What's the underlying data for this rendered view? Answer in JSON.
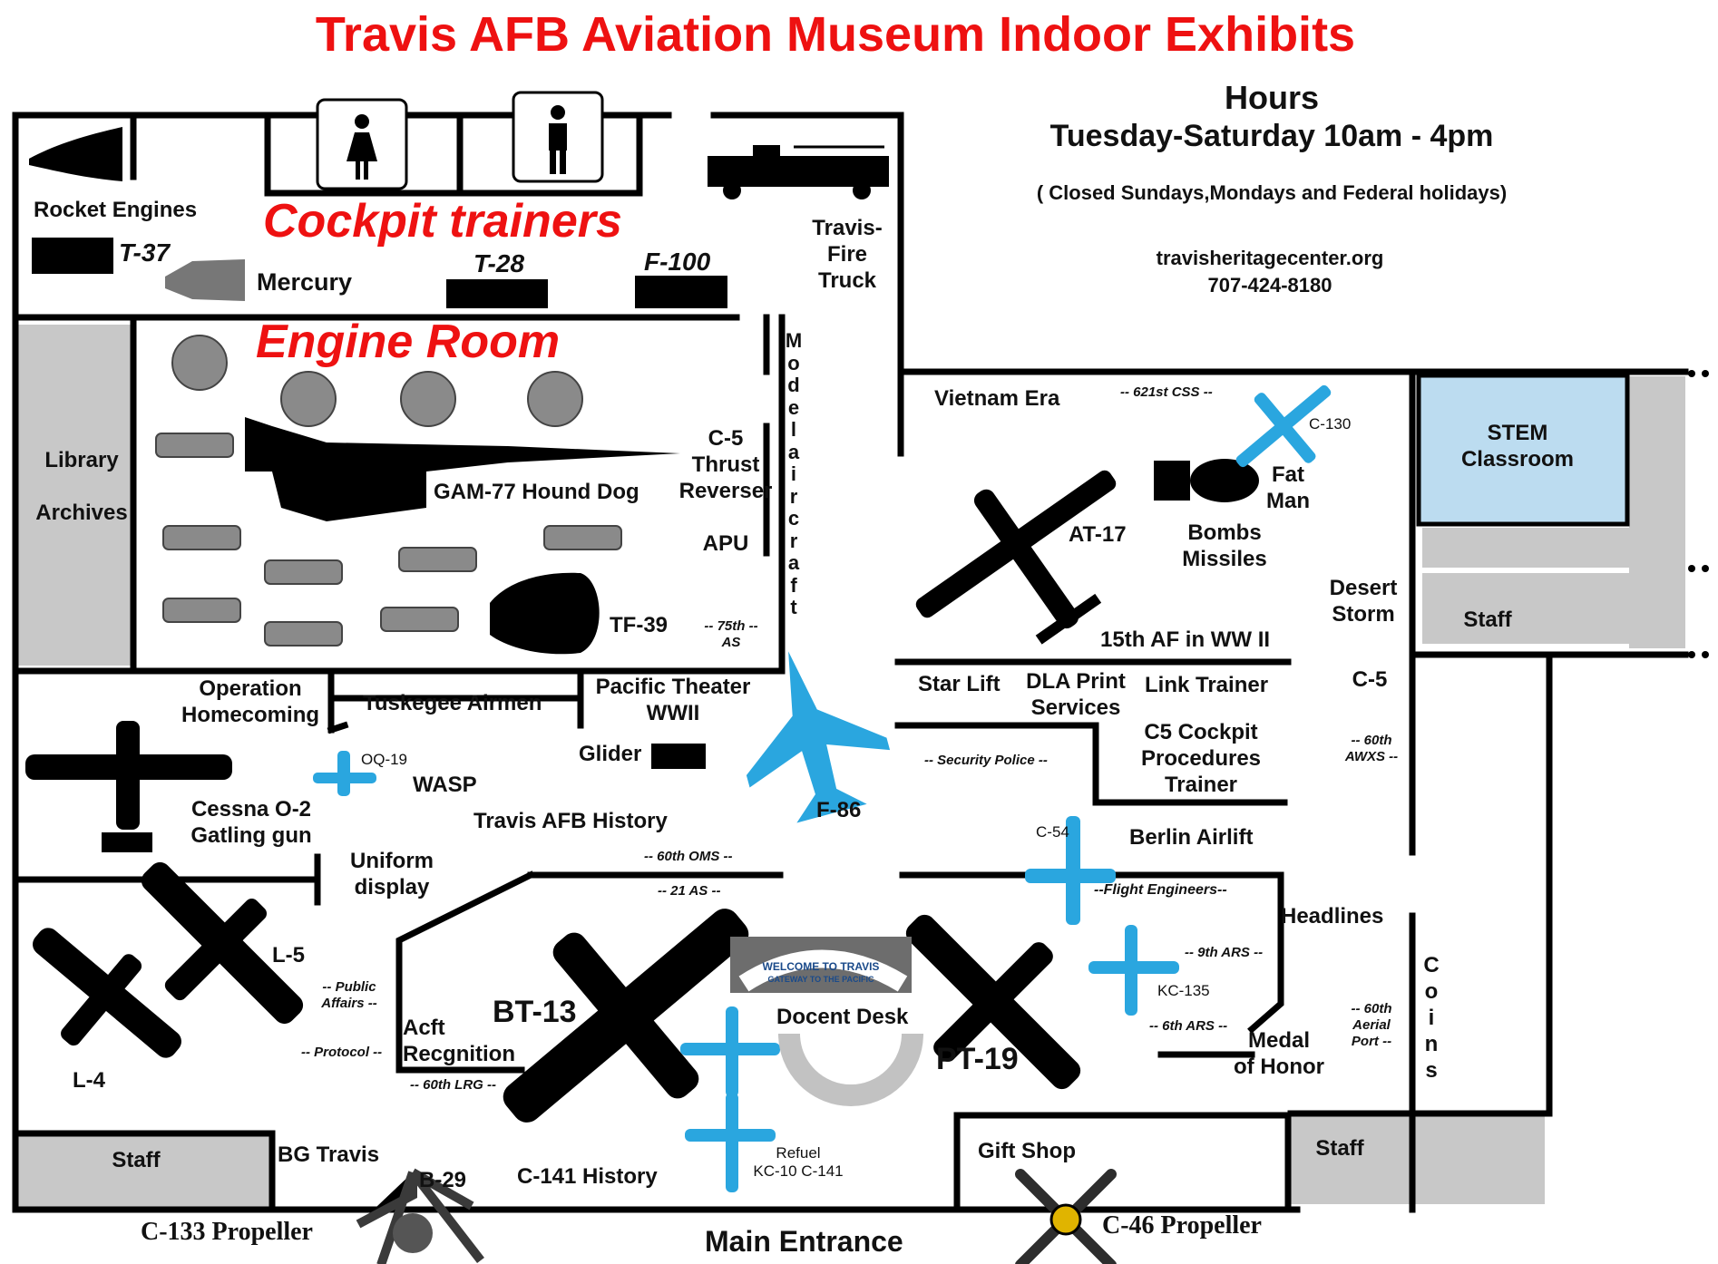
{
  "title": "Travis AFB Aviation Museum Indoor Exhibits",
  "hours": {
    "heading": "Hours",
    "days": "Tuesday-Saturday 10am - 4pm",
    "closed": "( Closed Sundays,Mondays and Federal holidays)",
    "website": "travisheritagecenter.org",
    "phone": "707-424-8180"
  },
  "colors": {
    "title": "#ee1111",
    "wall": "#000000",
    "staff_gray": "#c8c8c8",
    "stem_blue": "#bcdcf0",
    "aircraft_blue": "#2aa6df",
    "silhouette": "#000000"
  },
  "sections": {
    "cockpit_trainers": "Cockpit  trainers",
    "engine_room": "Engine Room",
    "library": "Library",
    "archives": "Archives",
    "model_aircraft": [
      "M",
      "o",
      "d",
      "e",
      "l",
      "a",
      "i",
      "r",
      "c",
      "r",
      "a",
      "f",
      "t"
    ],
    "coins": [
      "C",
      "o",
      "i",
      "n",
      "s"
    ],
    "stem_classroom": [
      "STEM",
      "Classroom"
    ],
    "staff_labels": [
      "Staff",
      "Staff",
      "Staff"
    ]
  },
  "exhibits": {
    "rocket_engines": "Rocket Engines",
    "t37": "T-37",
    "mercury": "Mercury",
    "t28": "T-28",
    "f100": "F-100",
    "fire_truck": [
      "Travis-",
      "Fire",
      "Truck"
    ],
    "c5_thrust": [
      "C-5",
      "Thrust",
      "Reverser"
    ],
    "gam77": "GAM-77 Hound Dog",
    "apu": "APU",
    "tf39": "TF-39",
    "vietnam_era": "Vietnam Era",
    "css621": "-- 621st CSS --",
    "c130": "C-130",
    "fat_man": [
      "Fat",
      "Man"
    ],
    "at17": "AT-17",
    "bombs_missiles": [
      "Bombs",
      "Missiles"
    ],
    "desert_storm": [
      "Desert",
      "Storm"
    ],
    "af15": "15th AF in WW II",
    "star_lift": "Star Lift",
    "dla": [
      "DLA Print",
      "Services"
    ],
    "link_trainer": "Link Trainer",
    "c5": "C-5",
    "security_police": "-- Security Police --",
    "c5_cockpit": [
      "C5 Cockpit",
      "Procedures",
      "Trainer"
    ],
    "awxs": [
      "-- 60th",
      "AWXS --"
    ],
    "op_homecoming": [
      "Operation",
      "Homecoming"
    ],
    "tuskegee": "Tuskegee Airmen",
    "pacific": [
      "Pacific Theater",
      "WWII"
    ],
    "oq19": "OQ-19",
    "wasp": "WASP",
    "glider": "Glider",
    "cessna": [
      "Cessna O-2",
      "Gatling gun"
    ],
    "travis_history": "Travis AFB History",
    "f86": "F-86",
    "c54": "C-54",
    "berlin": "Berlin Airlift",
    "flight_eng": "--Flight Engineers--",
    "uniform": [
      "Uniform",
      "display"
    ],
    "oms60": "-- 60th OMS --",
    "as21": "-- 21 AS --",
    "headlines": "Headlines",
    "l5": "L-5",
    "public_affairs": [
      "-- Public",
      "Affairs --"
    ],
    "protocol": "-- Protocol --",
    "acft": [
      "Acft",
      "Recgnition"
    ],
    "bt13": "BT-13",
    "lrg60": "-- 60th LRG --",
    "welcome_sign": [
      "WELCOME TO TRAVIS",
      "GATEWAY TO THE PACIFIC"
    ],
    "docent": "Docent  Desk",
    "pt19": "PT-19",
    "ars9": "-- 9th ARS --",
    "kc135": "KC-135",
    "ars6": "-- 6th ARS --",
    "medal": [
      "Medal",
      "of Honor"
    ],
    "aerial_port": [
      "-- 60th",
      "Aerial",
      "Port --"
    ],
    "l4": "L-4",
    "bg_travis": "BG Travis",
    "b29": "B-29",
    "c141_history": "C-141 History",
    "refuel": [
      "Refuel",
      "KC-10 C-141"
    ],
    "gift_shop": "Gift Shop",
    "c133": "C-133 Propeller",
    "main_entrance": "Main Entrance",
    "c46": "C-46 Propeller",
    "as75": [
      "-- 75th --",
      "AS"
    ]
  }
}
